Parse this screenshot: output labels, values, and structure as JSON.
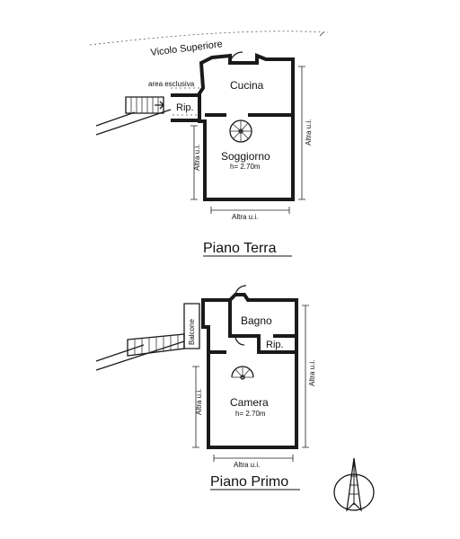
{
  "ground_floor": {
    "title": "Piano Terra",
    "street": "Vicolo Superiore",
    "exclusive_area": "area esclusiva",
    "rooms": {
      "kitchen": "Cucina",
      "storage": "Rip.",
      "living": "Soggiorno",
      "height": "h= 2.70m"
    },
    "adjacent_unit": "Altra u.i."
  },
  "first_floor": {
    "title": "Piano Primo",
    "balcony": "Balcone",
    "rooms": {
      "bath": "Bagno",
      "storage": "Rip.",
      "bedroom": "Camera",
      "height": "h= 2.70m"
    },
    "adjacent_unit": "Altra u.i."
  },
  "north_arrow": {
    "icon": "north-arrow-icon"
  }
}
